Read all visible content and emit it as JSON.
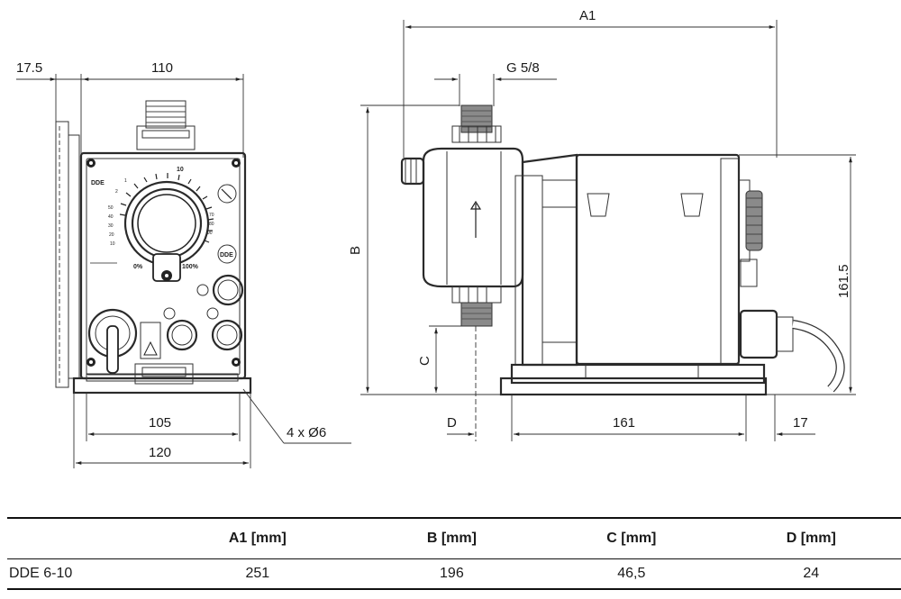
{
  "dimensions": {
    "front_offset": "17.5",
    "front_width": "110",
    "front_hole_spacing": "105",
    "front_base_width": "120",
    "holes": "4 x Ø6",
    "overall_length": "A1",
    "thread": "G 5/8",
    "height": "B",
    "inlet_height": "C",
    "inlet_offset": "D",
    "base_length": "161",
    "rear_offset": "17",
    "side_height": "161.5"
  },
  "panel_labels": {
    "model": "DDE",
    "min": "0%",
    "max": "100%",
    "badge": "DDE",
    "scale_max": "10"
  },
  "table": {
    "headers": [
      "",
      "A1 [mm]",
      "B [mm]",
      "C [mm]",
      "D [mm]"
    ],
    "rows": [
      [
        "DDE 6-10",
        "251",
        "196",
        "46,5",
        "24"
      ]
    ]
  }
}
